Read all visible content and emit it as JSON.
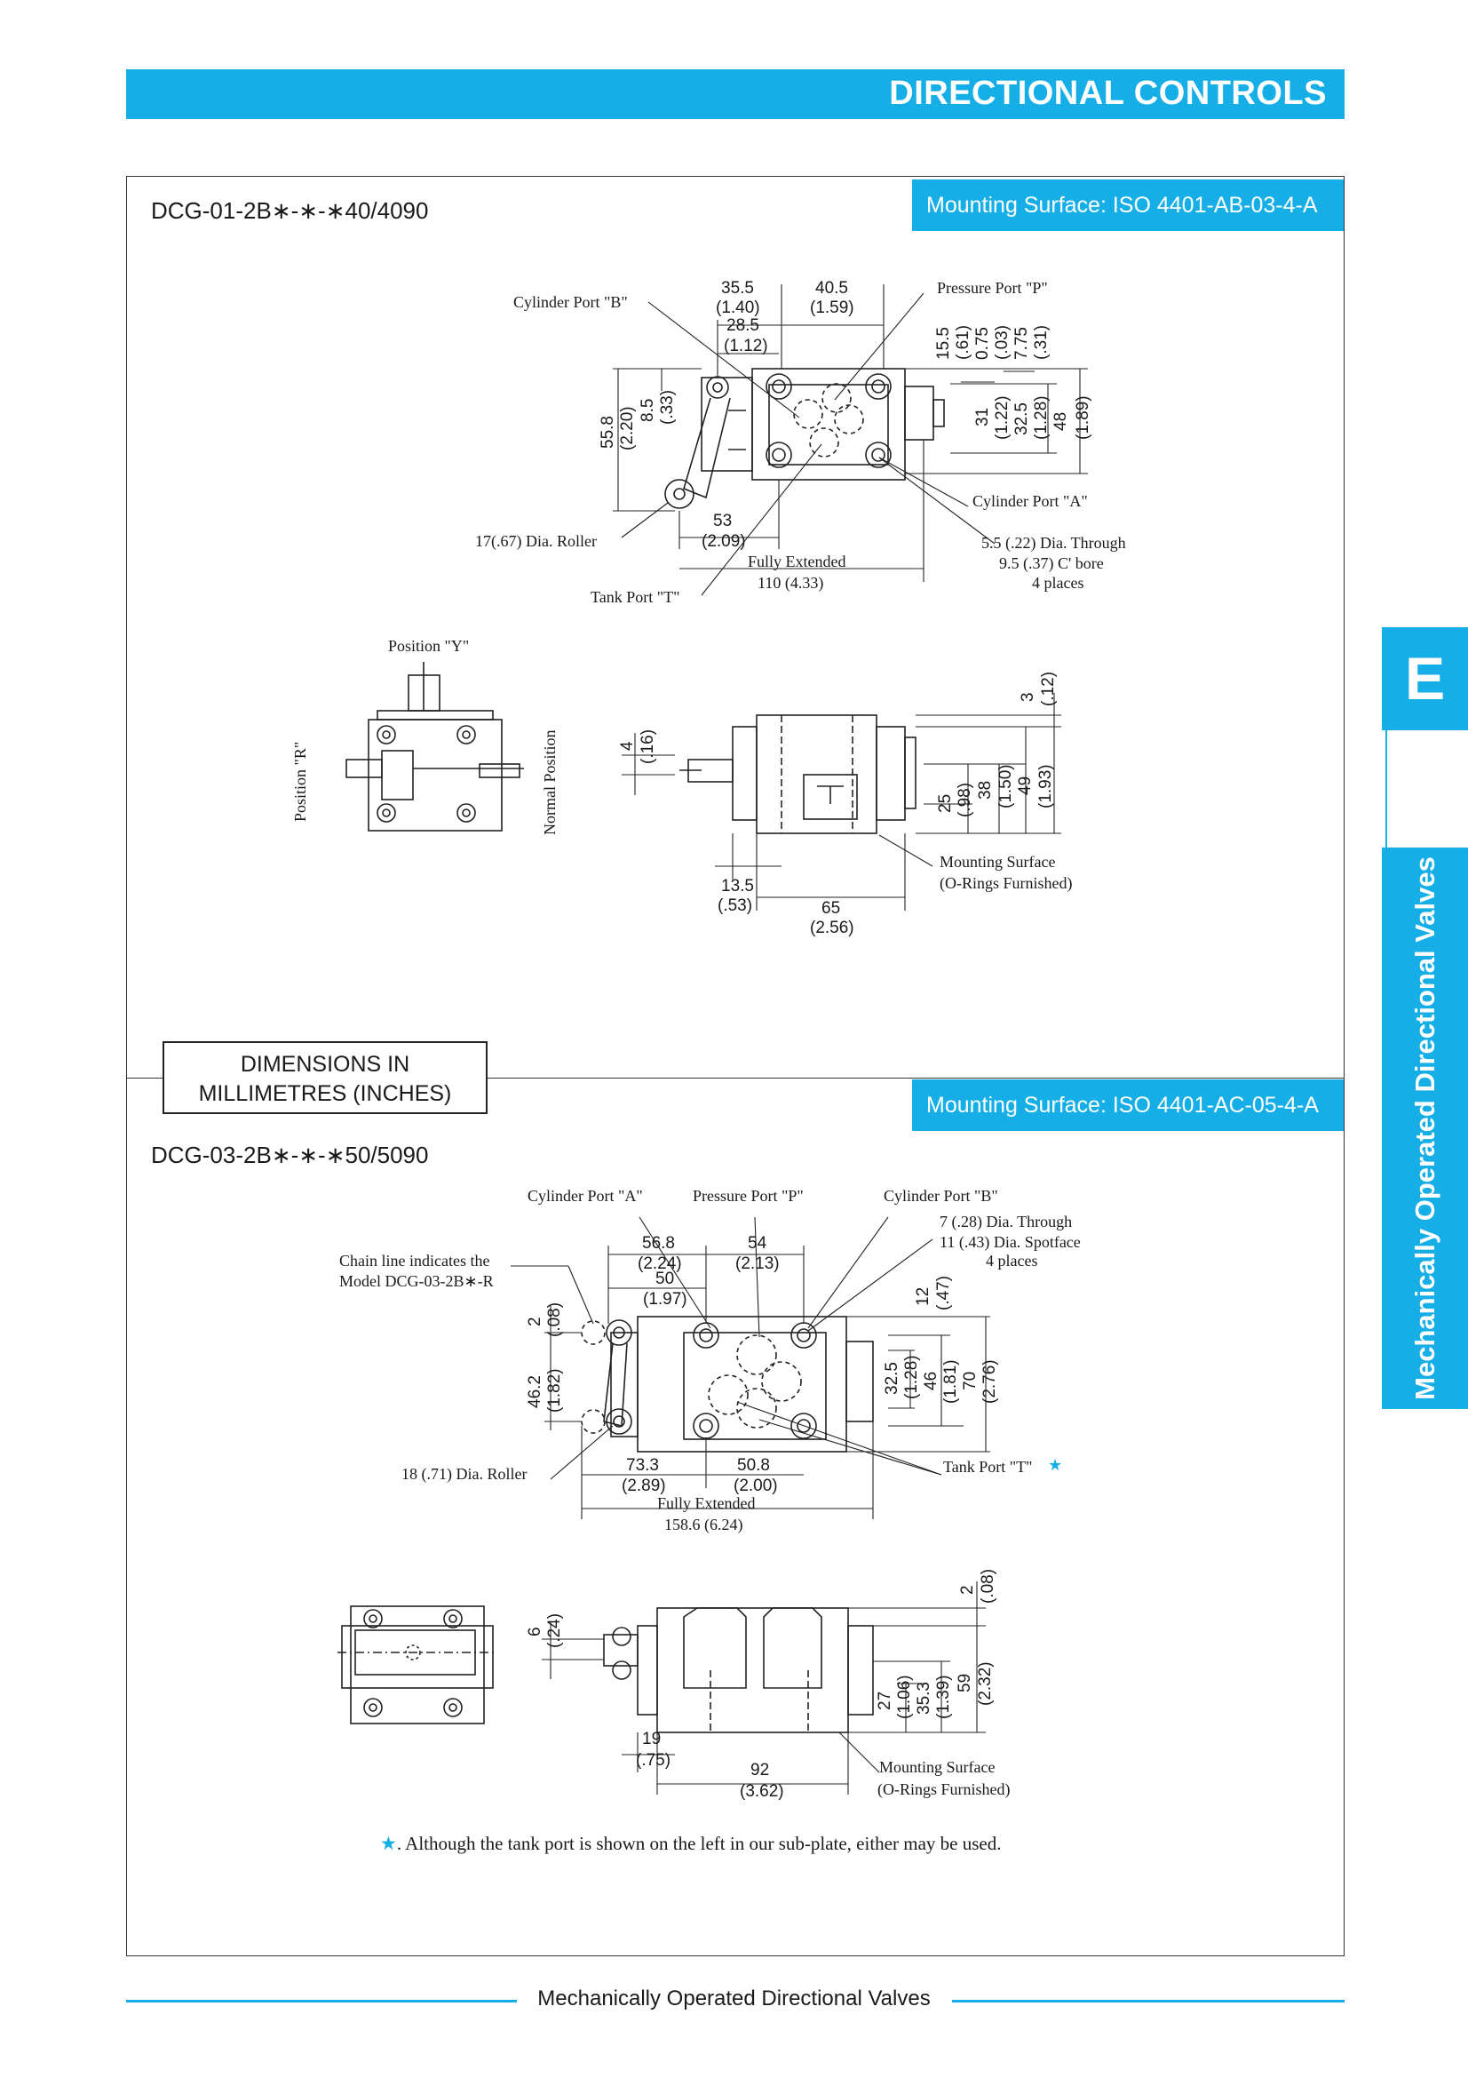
{
  "header": {
    "title": "DIRECTIONAL CONTROLS"
  },
  "section1": {
    "model": "DCG-01-2B∗-∗-∗40/4090",
    "mounting": "Mounting Surface: ISO 4401-AB-03-4-A",
    "labels": {
      "cyl_b": "Cylinder Port \"B\"",
      "press_p": "Pressure Port \"P\"",
      "cyl_a": "Cylinder Port \"A\"",
      "tank_t": "Tank Port \"T\"",
      "roller": "17(.67) Dia. Roller",
      "through": "5.5 (.22) Dia. Through",
      "cbore": "9.5 (.37) C' bore",
      "places": "4 places",
      "fully_ext": "Fully Extended",
      "fully_ext_val": "110 (4.33)",
      "pos_y": "Position \"Y\"",
      "pos_r": "Position \"R\"",
      "normal": "Normal Position",
      "mount_surf": "Mounting Surface",
      "orings": "(O-Rings Furnished)"
    },
    "dims": {
      "d355": "35.5",
      "d140": "(1.40)",
      "d285": "28.5",
      "d112": "(1.12)",
      "d405": "40.5",
      "d159": "(1.59)",
      "d558": "55.8",
      "d220": "(2.20)",
      "d85": "8.5",
      "d33": "(.33)",
      "d53": "53",
      "d209": "(2.09)",
      "d155": "15.5",
      "d61": "(.61)",
      "d075": "0.75",
      "d03": "(.03)",
      "d775": "7.75",
      "d31i": "(.31)",
      "d31": "31",
      "d122": "(1.22)",
      "d325": "32.5",
      "d128": "(1.28)",
      "d48": "48",
      "d189": "(1.89)",
      "d3": "3",
      "d12": "(.12)",
      "d4": "4",
      "d16": "(.16)",
      "d25": "25",
      "d98": "(.98)",
      "d38": "38",
      "d150": "(1.50)",
      "d49": "49",
      "d193": "(1.93)",
      "d135": "13.5",
      "d53i": "(.53)",
      "d65": "65",
      "d256": "(2.56)"
    }
  },
  "dimensions_box": {
    "line1": "DIMENSIONS IN",
    "line2": "MILLIMETRES (INCHES)"
  },
  "section2": {
    "model": "DCG-03-2B∗-∗-∗50/5090",
    "mounting": "Mounting Surface: ISO 4401-AC-05-4-A",
    "labels": {
      "cyl_a": "Cylinder Port \"A\"",
      "press_p": "Pressure Port \"P\"",
      "cyl_b": "Cylinder Port \"B\"",
      "through": "7 (.28) Dia. Through",
      "spotface": "11 (.43) Dia. Spotface",
      "places": "4 places",
      "chain1": "Chain line indicates the",
      "chain2": "Model DCG-03-2B∗-R",
      "roller": "18 (.71) Dia. Roller",
      "tank_t": "Tank Port \"T\"",
      "fully_ext": "Fully Extended",
      "fully_ext_val": "158.6 (6.24)",
      "mount_surf": "Mounting Surface",
      "orings": "(O-Rings Furnished)"
    },
    "dims": {
      "d568": "56.8",
      "d224": "(2.24)",
      "d54": "54",
      "d213": "(2.13)",
      "d50": "50",
      "d197": "(1.97)",
      "d2": "2",
      "d08": "(.08)",
      "d462": "46.2",
      "d182": "(1.82)",
      "d12": "12",
      "d47": "(.47)",
      "d325": "32.5",
      "d128": "(1.28)",
      "d46": "46",
      "d181": "(1.81)",
      "d70": "70",
      "d276": "(2.76)",
      "d733": "73.3",
      "d289": "(2.89)",
      "d508": "50.8",
      "d200": "(2.00)",
      "d2b": "2",
      "d08b": "(.08)",
      "d6": "6",
      "d24": "(.24)",
      "d27": "27",
      "d106": "(1.06)",
      "d353": "35.3",
      "d139": "(1.39)",
      "d59": "59",
      "d232": "(2.32)",
      "d19": "19",
      "d75": "(.75)",
      "d92": "92",
      "d362": "(3.62)"
    }
  },
  "note": {
    "star": "★",
    "text": ". Although the tank port is shown on the left in our sub-plate, either may be used."
  },
  "side_tab": {
    "letter": "E",
    "text": "Mechanically Operated Directional Valves"
  },
  "footer": {
    "text": "Mechanically Operated Directional Valves"
  },
  "colors": {
    "accent": "#16aee6"
  }
}
